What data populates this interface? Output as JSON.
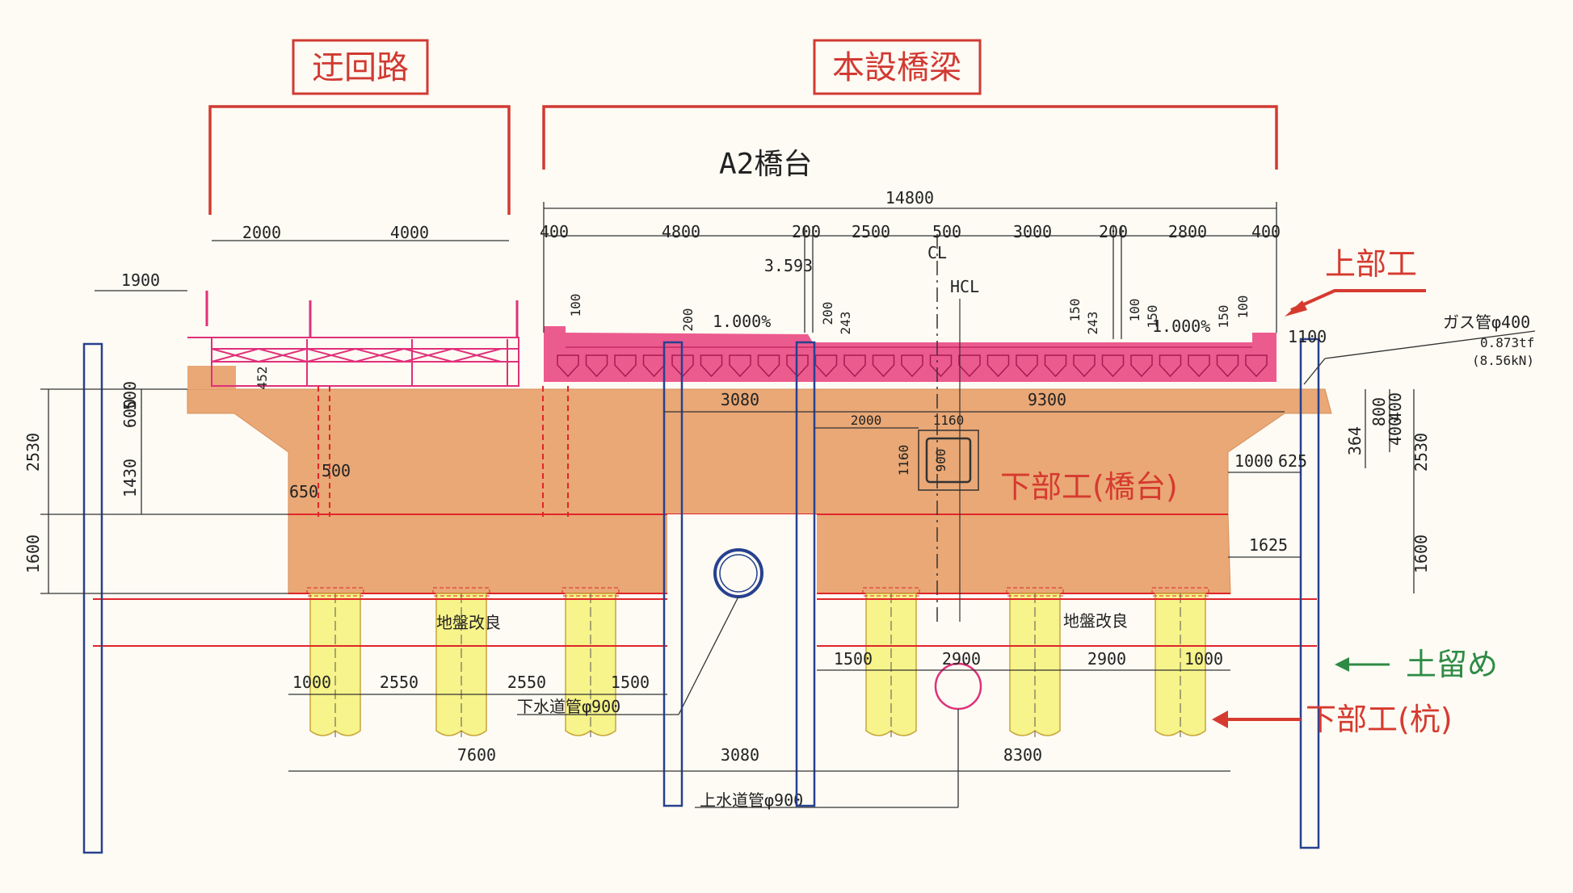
{
  "titles": {
    "detour": "迂回路",
    "main_bridge": "本設橋梁",
    "abutment": "A2橋台"
  },
  "labels": {
    "superstructure": "上部工",
    "substructure_abutment": "下部工(橋台)",
    "earth_retaining": "土留め",
    "substructure_pile": "下部工(杭)",
    "ground_improvement_left": "地盤改良",
    "ground_improvement_right": "地盤改良",
    "sewer_pipe": "下水道管φ900",
    "water_pipe": "上水道管φ900",
    "gas_pipe": "ガス管φ400",
    "gas_load_1": "0.873tf",
    "gas_load_2": "(8.56kN)",
    "cl": "CL",
    "hcl": "HCL",
    "slope_left": "1.000%",
    "slope_right": "1.000%"
  },
  "dimensions": {
    "total_width": "14800",
    "deck": [
      "400",
      "4800",
      "200",
      "2500",
      "500",
      "3000",
      "200",
      "2800",
      "400"
    ],
    "detour": [
      "2000",
      "4000"
    ],
    "left_offset": "1900",
    "elev_3593": "3.593",
    "d100a": "100",
    "d200a": "200",
    "d200b": "200",
    "d243a": "243",
    "d150a": "150",
    "d243b": "243",
    "d100b": "100",
    "d150b": "150",
    "d150c": "150",
    "d100c": "100",
    "d1100": "1100",
    "d452": "452",
    "d3080_top": "3080",
    "d9300": "9300",
    "d2000_box": "2000",
    "d1160_top": "1160",
    "d1160_side": "1160",
    "d900_box": "900",
    "left_600": "600",
    "left_500": "500",
    "left_1430": "1430",
    "left_2530": "2530",
    "left_1600": "1600",
    "d500_low": "500",
    "d650": "650",
    "right_1000": "1000",
    "right_625": "625",
    "right_1625": "1625",
    "right_800": "800",
    "right_400a": "400",
    "right_400b": "400",
    "right_364": "364",
    "right_2530": "2530",
    "right_1600": "1600",
    "pile_left": [
      "1000",
      "2550",
      "2550",
      "1500"
    ],
    "pile_right": [
      "1500",
      "2900",
      "2900",
      "1000"
    ],
    "bottom": [
      "7600",
      "3080",
      "8300"
    ]
  },
  "colors": {
    "superstructure_fill": "#ec5b8e",
    "abutment_fill": "#e9a876",
    "pile_fill": "#f6f48a",
    "title_red": "#d13a32",
    "sheet_pile_blue": "#27418f"
  }
}
